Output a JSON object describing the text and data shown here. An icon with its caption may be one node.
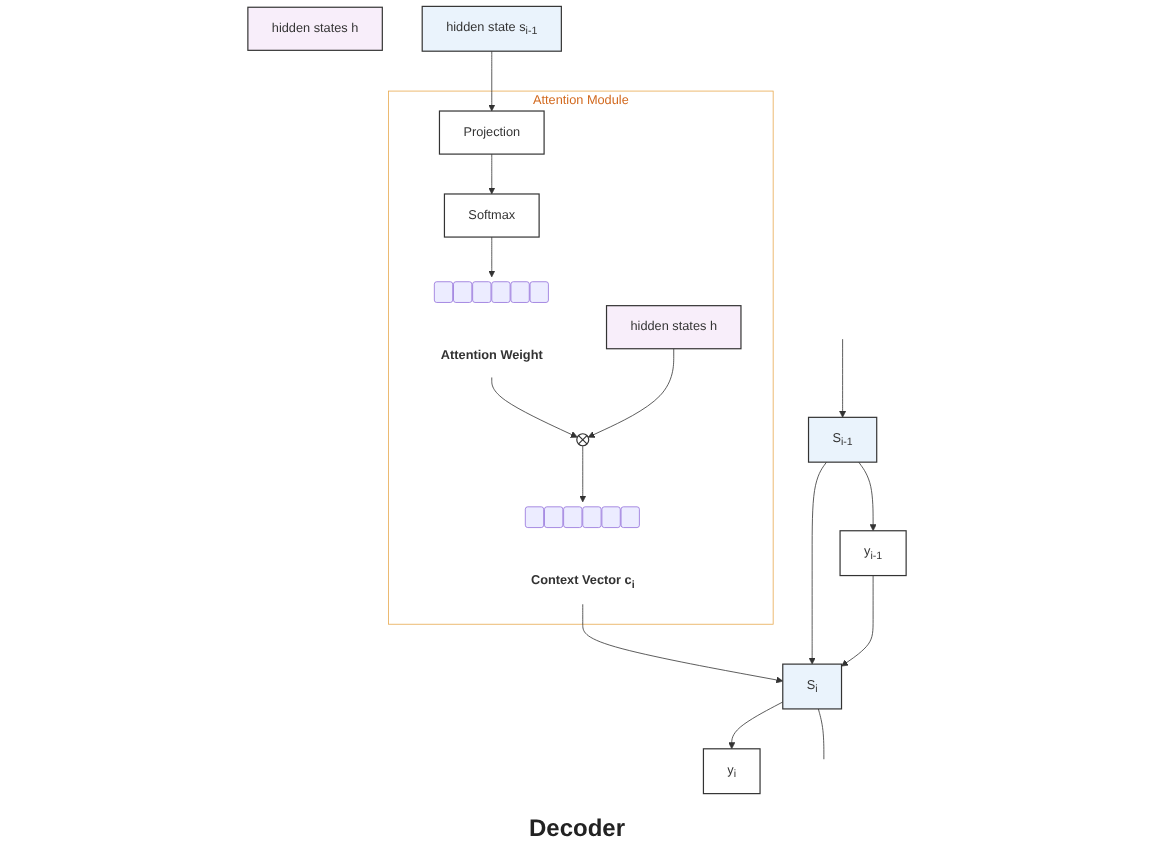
{
  "diagram": {
    "nodes": [
      {
        "text": [
          "hidden states h"
        ]
      },
      {
        "text": [
          "hidden state s$_{i-1}$"
        ]
      },
      {
        "text": [
          "Attention Module"
        ]
      },
      {
        "text": [
          "Projection"
        ],
        "in": 2
      },
      {
        "text": [
          "Softmax"
        ],
        "in": 2
      },
      {
        "text": [
          "hidden states h"
        ],
        "in": 2
      },
      {
        "text": [],
        "shape": "bar",
        "in": 2,
        "beside": [
          "Attention Weight"
        ]
      },
      {
        "text": [],
        "shape": "circle",
        "in": 2
      },
      {
        "text": [],
        "shape": "bar",
        "in": 2,
        "beside": [
          "Context Vector c$_{i}$"
        ]
      },
      {
        "text": [
          "S$_{i-1}$"
        ]
      },
      {
        "text": [
          "S$_{i}$"
        ]
      },
      {
        "text": [
          "y$_{i-1}$"
        ]
      },
      {
        "text": [
          "y$_{i}$"
        ]
      }
    ],
    "edges": [
      {
        "from": 1,
        "to": 3,
        "arrow": "to"
      },
      {
        "from": 3,
        "to": 4,
        "arrow": "to"
      },
      {
        "from": 4,
        "to": 6,
        "arrow": "to"
      },
      {
        "from": 6,
        "to": 7,
        "arrow": "to"
      },
      {
        "from": 5,
        "to": 7,
        "arrow": "to"
      },
      {
        "from": 7,
        "to": 8,
        "arrow": "to"
      },
      {
        "from": 8,
        "to": 10,
        "arrow": "to"
      },
      {
        "from": null,
        "to": 9,
        "arrow": "to"
      },
      {
        "from": 9,
        "to": 10,
        "arrow": "to"
      },
      {
        "from": 9,
        "to": 11,
        "arrow": "to"
      },
      {
        "from": 10,
        "to": 12,
        "arrow": "to"
      },
      {
        "from": 11,
        "to": 10,
        "arrow": "to"
      },
      {
        "from": 10,
        "to": null,
        "arrow": "none"
      }
    ],
    "labels": [
      "Decoder"
    ]
  }
}
